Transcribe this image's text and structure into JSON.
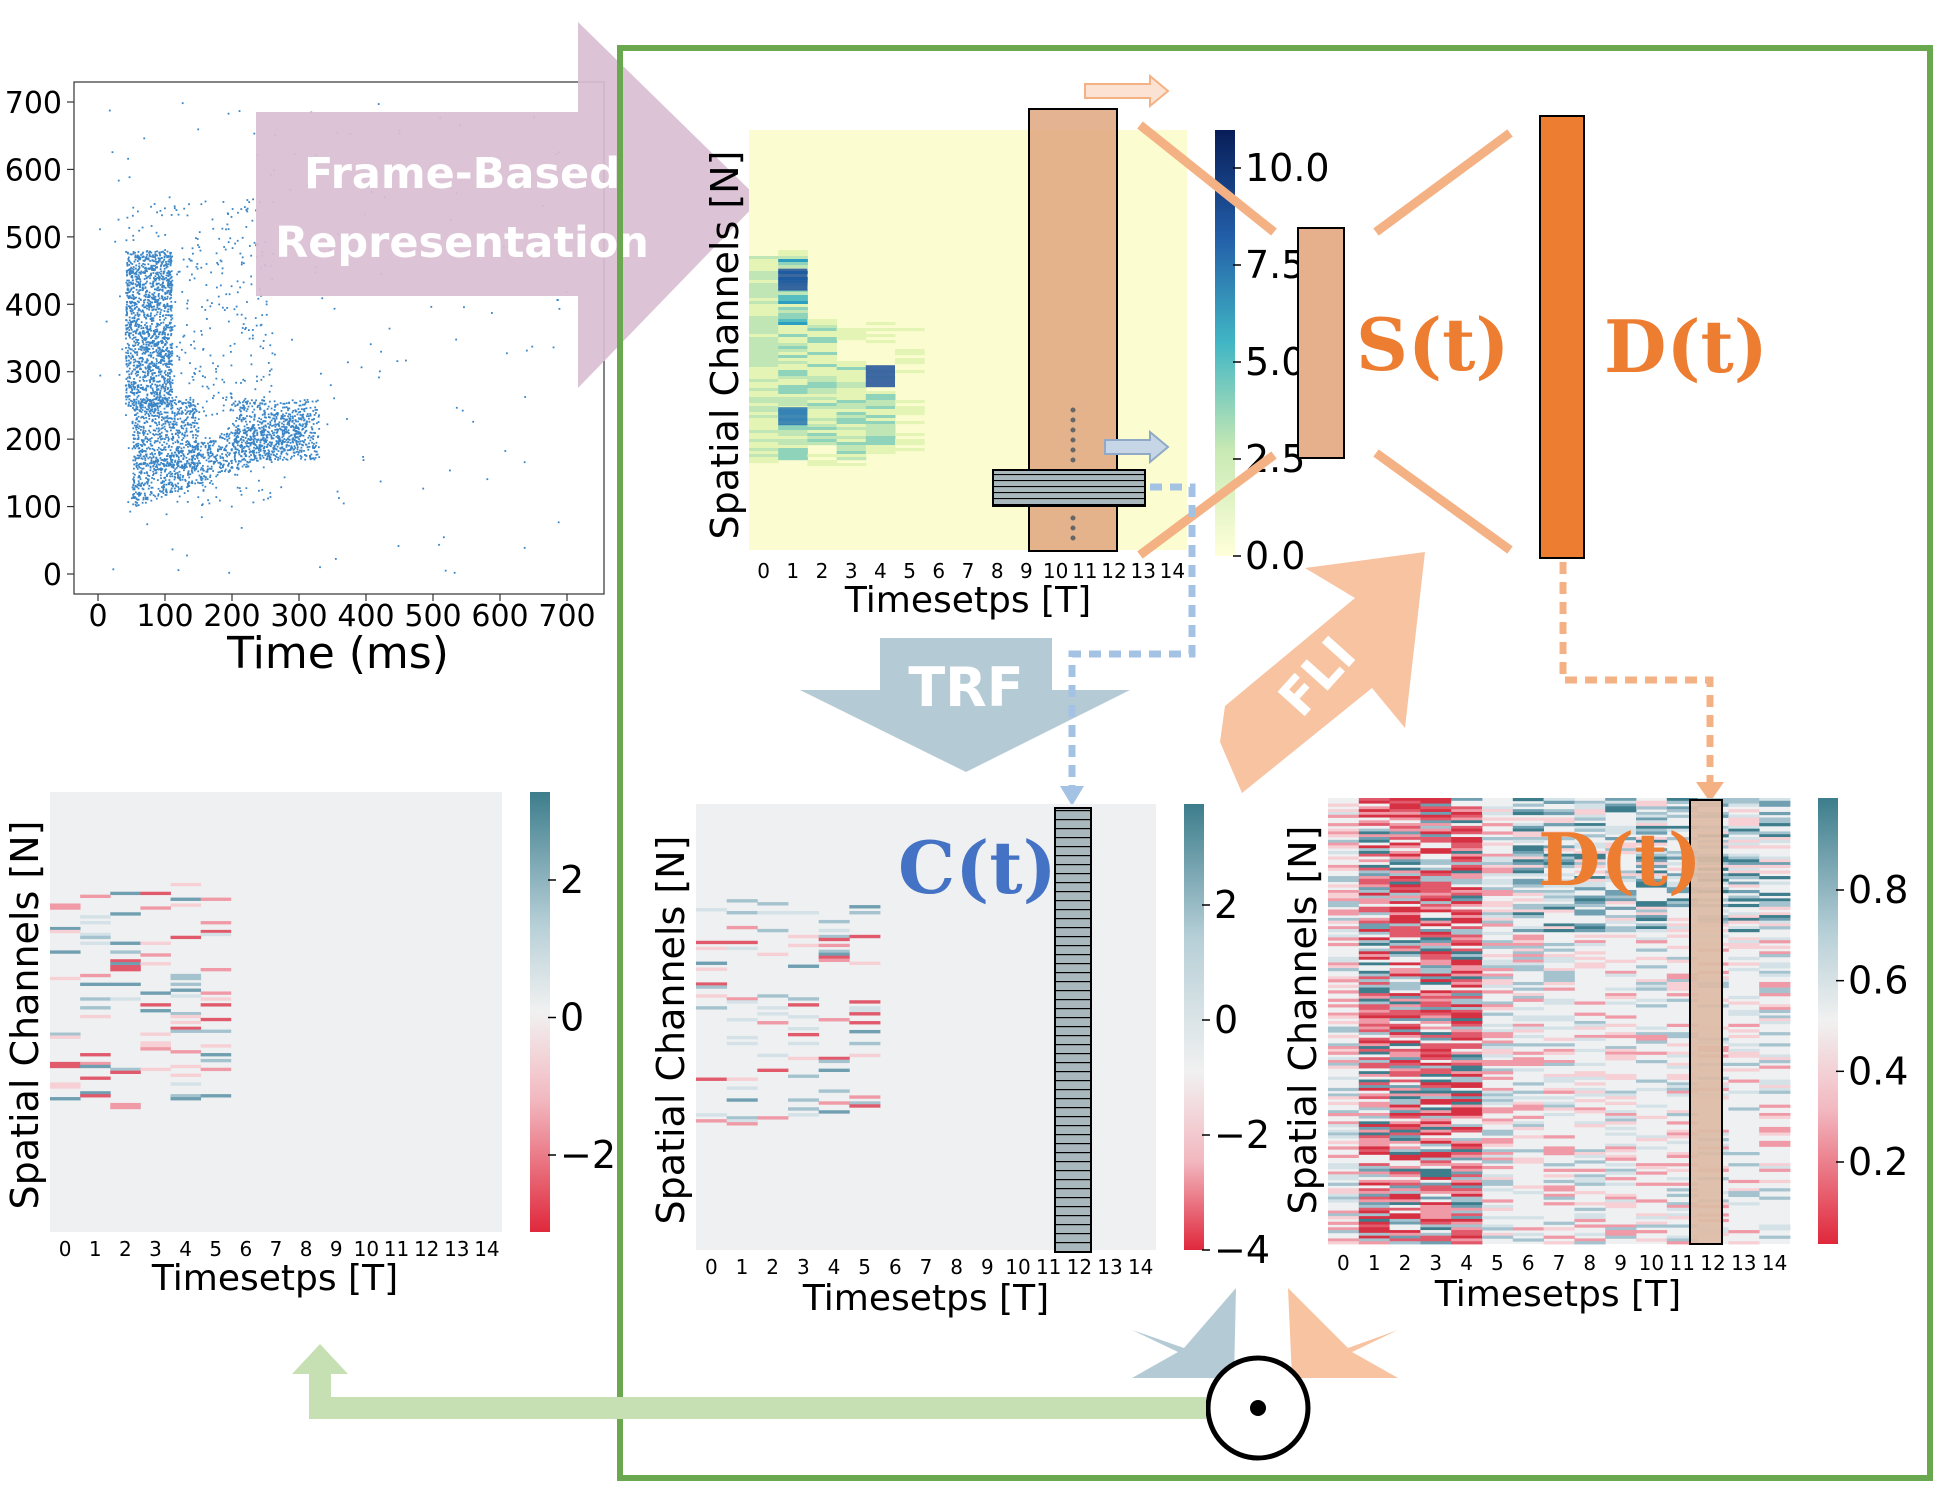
{
  "scatter": {
    "xlabel": "Time (ms)",
    "x_ticks": [
      "0",
      "100",
      "200",
      "300",
      "400",
      "500",
      "600",
      "700"
    ],
    "y_ticks": [
      "0",
      "100",
      "200",
      "300",
      "400",
      "500",
      "600",
      "700"
    ]
  },
  "frame_arrow": {
    "line1": "Frame-Based",
    "line2": "Representation"
  },
  "heatmaps": {
    "top": {
      "ylabel": "Spatial Channels [N]",
      "xlabel": "Timesetps [T]"
    },
    "left": {
      "ylabel": "Spatial Channels [N]",
      "xlabel": "Timesetps [T]"
    },
    "center": {
      "ylabel": "Spatial Channels [N]",
      "xlabel": "Timesetps [T]"
    },
    "right": {
      "ylabel": "Spatial Channels [N]",
      "xlabel": "Timesetps [T]"
    }
  },
  "timestep_ticks": [
    "0",
    "1",
    "2",
    "3",
    "4",
    "5",
    "6",
    "7",
    "8",
    "9",
    "10",
    "11",
    "12",
    "13",
    "14"
  ],
  "colorbars": {
    "top": [
      "10.0",
      "7.5",
      "5.0",
      "2.5",
      "0.0"
    ],
    "left": [
      "2",
      "0",
      "−2"
    ],
    "center": [
      "2",
      "0",
      "−2",
      "−4"
    ],
    "right": [
      "0.8",
      "0.6",
      "0.4",
      "0.2"
    ]
  },
  "symbols": {
    "s": "S(t)",
    "d_top": "D(t)",
    "c": "C(t)",
    "d_bottom": "D(t)",
    "hadamard": "⊙"
  },
  "arrows": {
    "trf": "TRF",
    "fli": "FLI"
  },
  "colors": {
    "green_frame": "#6aa84f",
    "orange": "#ed7d31",
    "blue_label": "#4472c4",
    "arrow_purple": "#d9bfd2",
    "arrow_blue": "#b4cad5",
    "arrow_orange": "#f7c3a0",
    "arrow_green": "#c6e0b4"
  }
}
